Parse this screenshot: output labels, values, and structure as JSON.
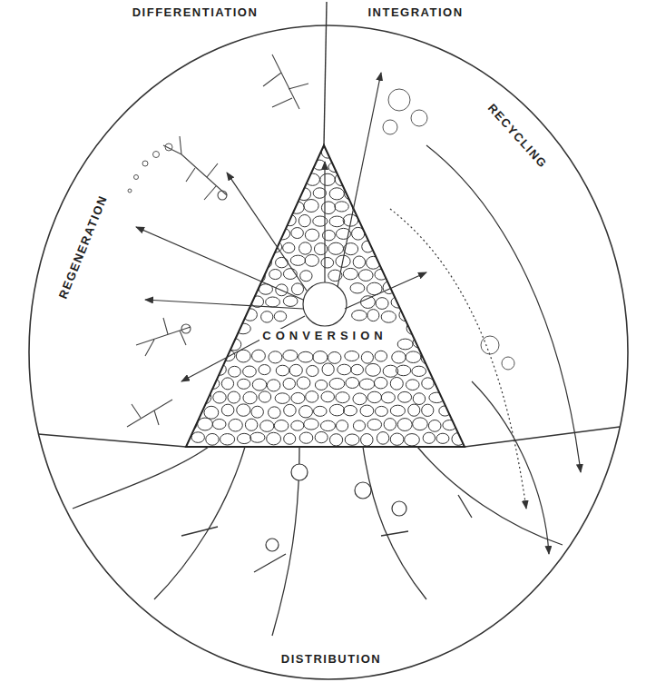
{
  "diagram": {
    "labels": [
      "DIFFERENTIATION",
      "INTEGRATION",
      "RECYCLING",
      "REGENERATION",
      "CONVERSION",
      "DISTRIBUTION"
    ]
  }
}
